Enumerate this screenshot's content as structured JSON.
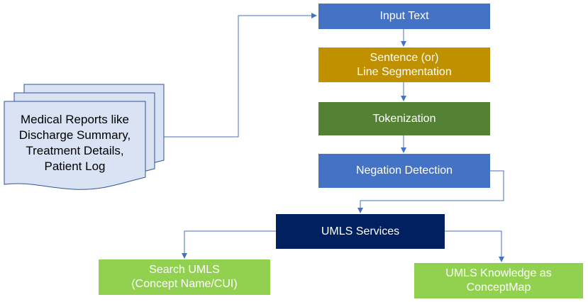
{
  "documents": {
    "text": "Medical Reports like\nDischarge Summary,\nTreatment Details,\nPatient Log",
    "fill": "#dae3f3",
    "stroke": "#2f5597"
  },
  "steps": [
    {
      "label": "Input Text",
      "color": "#4472c4",
      "text_color": "#ffffff"
    },
    {
      "label": "Sentence (or)\nLine Segmentation",
      "color": "#bf9000",
      "text_color": "#ffffff"
    },
    {
      "label": "Tokenization",
      "color": "#548235",
      "text_color": "#ffffff"
    },
    {
      "label": "Negation Detection",
      "color": "#4472c4",
      "text_color": "#ffffff"
    },
    {
      "label": "UMLS Services",
      "color": "#002060",
      "text_color": "#ffffff"
    }
  ],
  "outputs": [
    {
      "label": "Search UMLS\n(Concept Name/CUI)",
      "color": "#92d050",
      "text_color": "#ffffff"
    },
    {
      "label": "UMLS Knowledge as\nConceptMap",
      "color": "#92d050",
      "text_color": "#ffffff"
    }
  ],
  "connector_color": "#4472c4"
}
